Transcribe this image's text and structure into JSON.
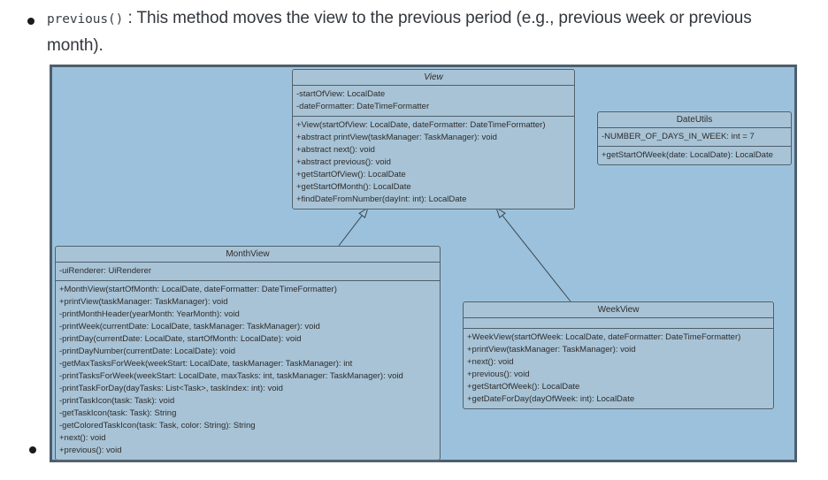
{
  "bullet": {
    "code": "previous()",
    "text": " : This method moves the view to the previous period (e.g., previous week or previous month)."
  },
  "diagram": {
    "colors": {
      "panel_bg": "#9bc1dc",
      "panel_border": "#4d5e6c",
      "box_bg": "#a8c3d6",
      "box_border": "#4f5f6a",
      "text": "#2d2d2d"
    },
    "classes": {
      "view": {
        "name": "View",
        "attributes": [
          "-startOfView: LocalDate",
          "-dateFormatter: DateTimeFormatter"
        ],
        "methods": [
          "+View(startOfView: LocalDate, dateFormatter: DateTimeFormatter)",
          "+abstract printView(taskManager: TaskManager): void",
          "+abstract next(): void",
          "+abstract previous(): void",
          "+getStartOfView(): LocalDate",
          "+getStartOfMonth(): LocalDate",
          "+findDateFromNumber(dayInt: int): LocalDate"
        ]
      },
      "dateutils": {
        "name": "DateUtils",
        "attributes": [
          "-NUMBER_OF_DAYS_IN_WEEK: int = 7"
        ],
        "methods": [
          "+getStartOfWeek(date: LocalDate): LocalDate"
        ]
      },
      "monthview": {
        "name": "MonthView",
        "attributes": [
          "-uiRenderer: UiRenderer"
        ],
        "methods": [
          "+MonthView(startOfMonth: LocalDate, dateFormatter: DateTimeFormatter)",
          "+printView(taskManager: TaskManager): void",
          "-printMonthHeader(yearMonth: YearMonth): void",
          "-printWeek(currentDate: LocalDate, taskManager: TaskManager): void",
          "-printDay(currentDate: LocalDate, startOfMonth: LocalDate): void",
          "-printDayNumber(currentDate: LocalDate): void",
          "-getMaxTasksForWeek(weekStart: LocalDate, taskManager: TaskManager): int",
          "-printTasksForWeek(weekStart: LocalDate, maxTasks: int, taskManager: TaskManager): void",
          "-printTaskForDay(dayTasks: List<Task>, taskIndex: int): void",
          "-printTaskIcon(task: Task): void",
          "-getTaskIcon(task: Task): String",
          "-getColoredTaskIcon(task: Task, color: String): String",
          "+next(): void",
          "+previous(): void"
        ]
      },
      "weekview": {
        "name": "WeekView",
        "attributes": [],
        "methods": [
          "+WeekView(startOfWeek: LocalDate, dateFormatter: DateTimeFormatter)",
          "+printView(taskManager: TaskManager): void",
          "+next(): void",
          "+previous(): void",
          "+getStartOfWeek(): LocalDate",
          "+getDateForDay(dayOfWeek: int): LocalDate"
        ]
      },
      "relationships": [
        "MonthView --|> View",
        "WeekView --|> View"
      ]
    }
  }
}
